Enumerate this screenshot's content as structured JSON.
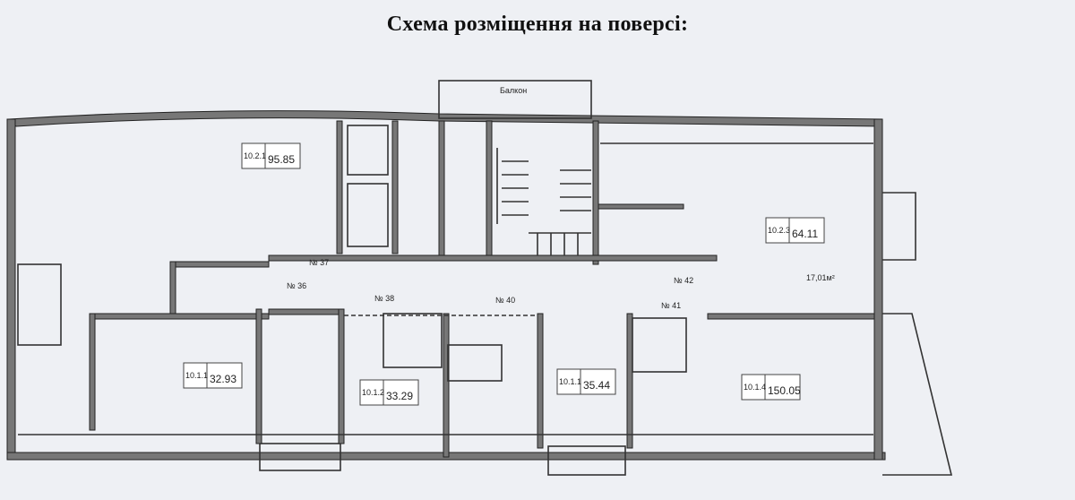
{
  "title": "Схема розміщення на поверсі:",
  "plan": {
    "balcony_label": "Балкон",
    "apartments": [
      {
        "number": "10.2.1",
        "area": "95.85"
      },
      {
        "number": "10.2.3",
        "area": "64.11"
      },
      {
        "number": "10.1.1",
        "area": "32.93"
      },
      {
        "number": "10.1.2",
        "area": "33.29"
      },
      {
        "number": "10.1.1",
        "area": "35.44"
      },
      {
        "number": "10.1.4",
        "area": "150.05"
      }
    ],
    "doors": [
      "№ 37",
      "№ 36",
      "№ 38",
      "№ 40",
      "№ 42",
      "№ 41"
    ],
    "area_note": "17,01м²"
  }
}
